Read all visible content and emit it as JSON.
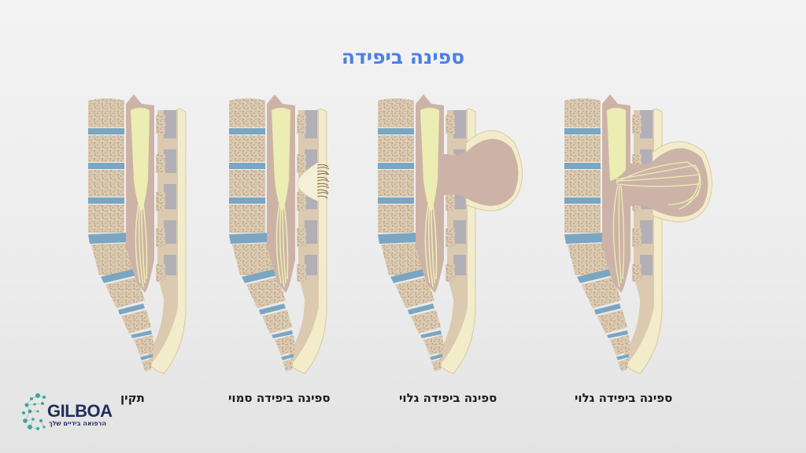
{
  "header": {
    "title": "ספינה ביפידה",
    "title_color": "#4a7fe6"
  },
  "diagrams": [
    {
      "id": "normal",
      "label": "תקין"
    },
    {
      "id": "occulta",
      "label": "ספינה ביפידה סמוי"
    },
    {
      "id": "meningocele",
      "label": "ספינה ביפידה גלוי"
    },
    {
      "id": "myelomeningocele",
      "label": "ספינה ביפידה גלוי"
    }
  ],
  "logo": {
    "name": "GILBOA",
    "tagline": "הרפואה בידיים שלך",
    "brand_color": "#1f2f5c",
    "accent_color": "#3aa89a"
  },
  "colors": {
    "bone": "#dbc9b0",
    "bone_texture": "#a8937a",
    "disc": "#7aa6c2",
    "cord": "#ecedb2",
    "dura": "#cdb3a7",
    "lamina_gray": "#b2b0b6",
    "skin": "#f2eccb"
  }
}
